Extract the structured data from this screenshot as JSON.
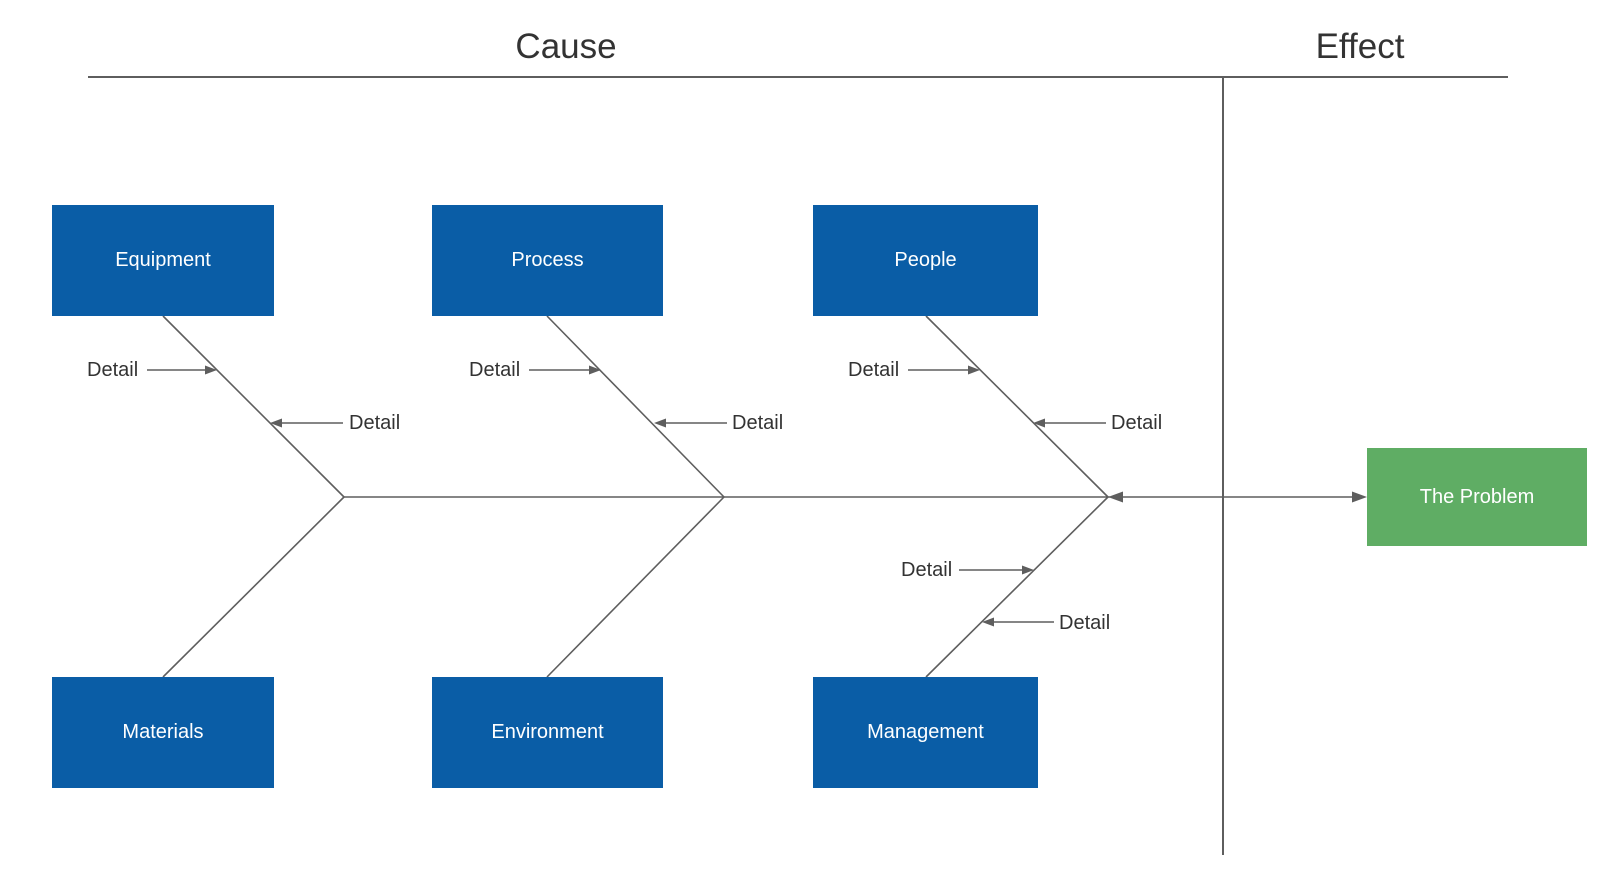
{
  "diagram": {
    "type": "fishbone-cause-effect",
    "cause_label": "Cause",
    "effect_label": "Effect",
    "problem": {
      "label": "The Problem"
    },
    "categories": [
      {
        "label": "Equipment",
        "position": "top",
        "details": [
          "Detail",
          "Detail"
        ]
      },
      {
        "label": "Process",
        "position": "top",
        "details": [
          "Detail",
          "Detail"
        ]
      },
      {
        "label": "People",
        "position": "top",
        "details": [
          "Detail",
          "Detail"
        ]
      },
      {
        "label": "Materials",
        "position": "bottom",
        "details": []
      },
      {
        "label": "Environment",
        "position": "bottom",
        "details": []
      },
      {
        "label": "Management",
        "position": "bottom",
        "details": [
          "Detail",
          "Detail"
        ]
      }
    ],
    "colors": {
      "category_fill": "#0A5DA6",
      "problem_fill": "#5FAD64",
      "line": "#5E5E5E",
      "text": "#333333",
      "box_text": "#FFFFFF"
    }
  }
}
